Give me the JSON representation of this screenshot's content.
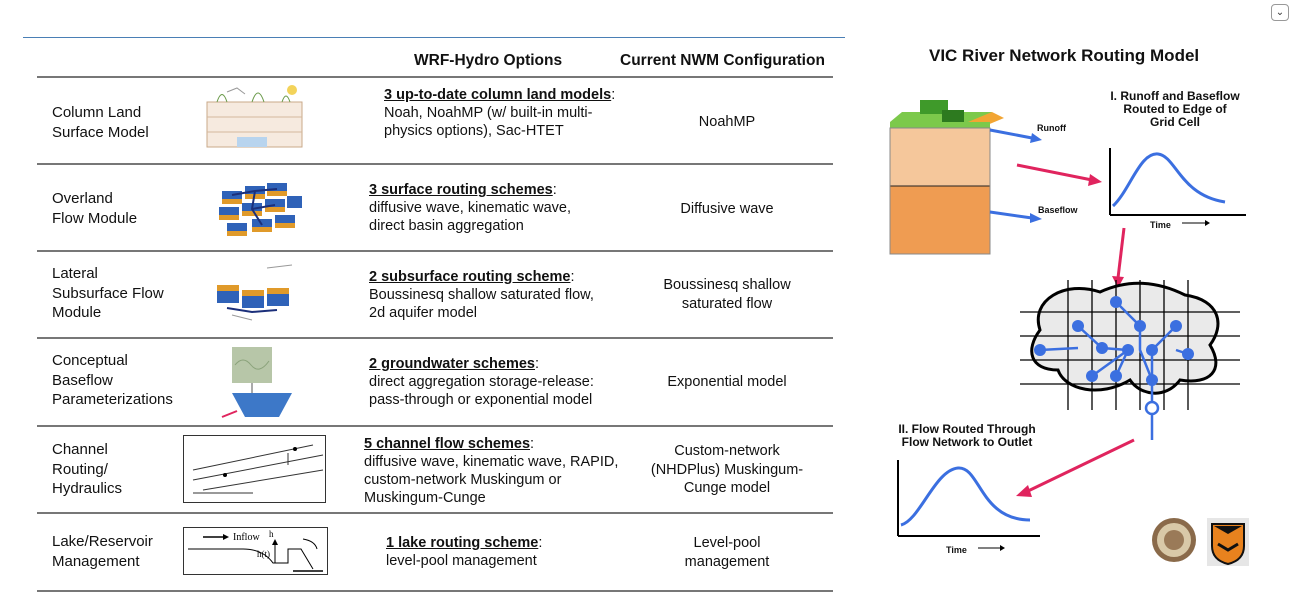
{
  "header": {
    "options": "WRF-Hydro Options",
    "nwm": "Current NWM Configuration"
  },
  "rows": [
    {
      "label_lines": [
        "Column Land",
        "Surface Model"
      ],
      "scheme_title": "3 up-to-date column land models",
      "scheme_lines": [
        "Noah, NoahMP (w/ built-in multi-",
        "physics options), Sac-HTET"
      ],
      "nwm_lines": [
        "NoahMP"
      ]
    },
    {
      "label_lines": [
        "Overland",
        "Flow Module"
      ],
      "scheme_title": "3 surface routing schemes",
      "scheme_lines": [
        "diffusive wave, kinematic wave,",
        "direct basin aggregation"
      ],
      "nwm_lines": [
        "Diffusive wave"
      ]
    },
    {
      "label_lines": [
        "Lateral",
        "Subsurface Flow",
        "Module"
      ],
      "scheme_title": "2 subsurface routing scheme",
      "scheme_lines": [
        "Boussinesq shallow saturated flow,",
        "2d aquifer model"
      ],
      "nwm_lines": [
        "Boussinesq shallow",
        "saturated flow"
      ]
    },
    {
      "label_lines": [
        "Conceptual",
        "Baseflow",
        "Parameterizations"
      ],
      "scheme_title": "2 groundwater schemes",
      "scheme_lines": [
        " direct aggregation storage-release:",
        "pass-through or exponential model"
      ],
      "nwm_lines": [
        "Exponential model"
      ]
    },
    {
      "label_lines": [
        "Channel",
        "Routing/",
        "Hydraulics"
      ],
      "scheme_title": "5 channel flow schemes",
      "scheme_lines": [
        "diffusive wave, kinematic wave, RAPID,",
        "custom-network Muskingum or",
        "Muskingum-Cunge"
      ],
      "nwm_lines": [
        "Custom-network",
        "(NHDPlus) Muskingum-",
        "Cunge model"
      ]
    },
    {
      "label_lines": [
        "Lake/Reservoir",
        "Management"
      ],
      "scheme_title": "1 lake routing scheme",
      "scheme_lines": [
        "level-pool management"
      ],
      "nwm_lines": [
        "Level-pool",
        "management"
      ]
    }
  ],
  "thumbs": {
    "inflow": "Inflow",
    "hmax": "h",
    "ht": "h(t)"
  },
  "vic": {
    "title": "VIC River Network Routing Model",
    "step1": [
      "I. Runoff and Baseflow",
      "Routed to Edge of",
      "Grid Cell"
    ],
    "step2": [
      "II. Flow Routed Through",
      "Flow Network to Outlet"
    ],
    "runoff": "Runoff",
    "baseflow": "Baseflow",
    "time": "Time",
    "colors": {
      "arrow": "#e0245e",
      "flow": "#3b6fe0"
    }
  },
  "icons": [
    "collapse-chevron-icon",
    "university-seal-icon",
    "princeton-shield-icon"
  ]
}
